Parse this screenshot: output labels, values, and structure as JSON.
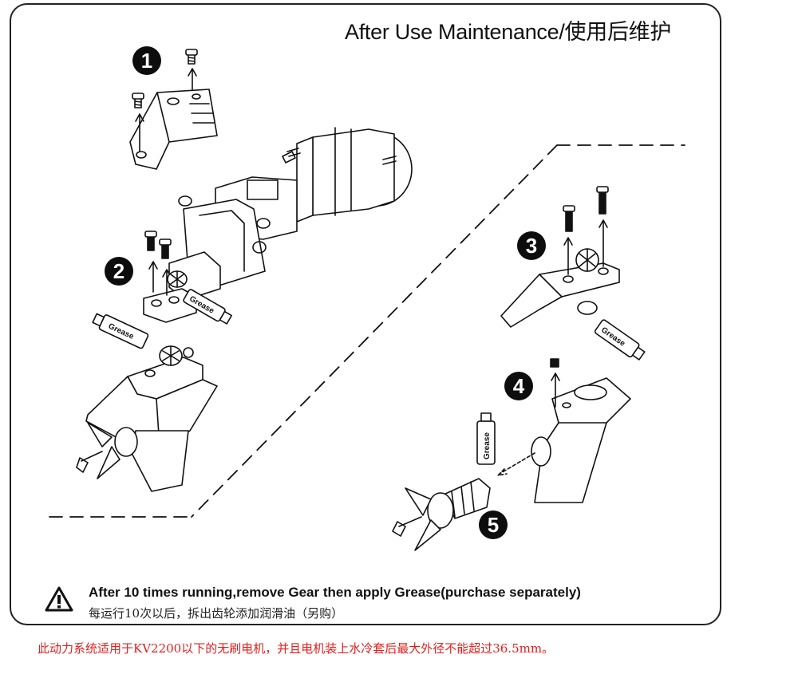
{
  "header": {
    "title": "After Use Maintenance/使用后维护"
  },
  "steps": [
    "1",
    "2",
    "3",
    "4",
    "5"
  ],
  "grease_label": "Grease",
  "warning": {
    "icon": "warning-triangle-icon",
    "english": "After 10 times running,remove Gear then apply Grease(purchase separately)",
    "chinese": "每运行10次以后，拆出齿轮添加润滑油（另购）"
  },
  "footer_note": {
    "text": "此动力系统适用于KV2200以下的无刷电机，并且电机装上水冷套后最大外径不能超过36.5mm。",
    "color": "#e0201e"
  }
}
